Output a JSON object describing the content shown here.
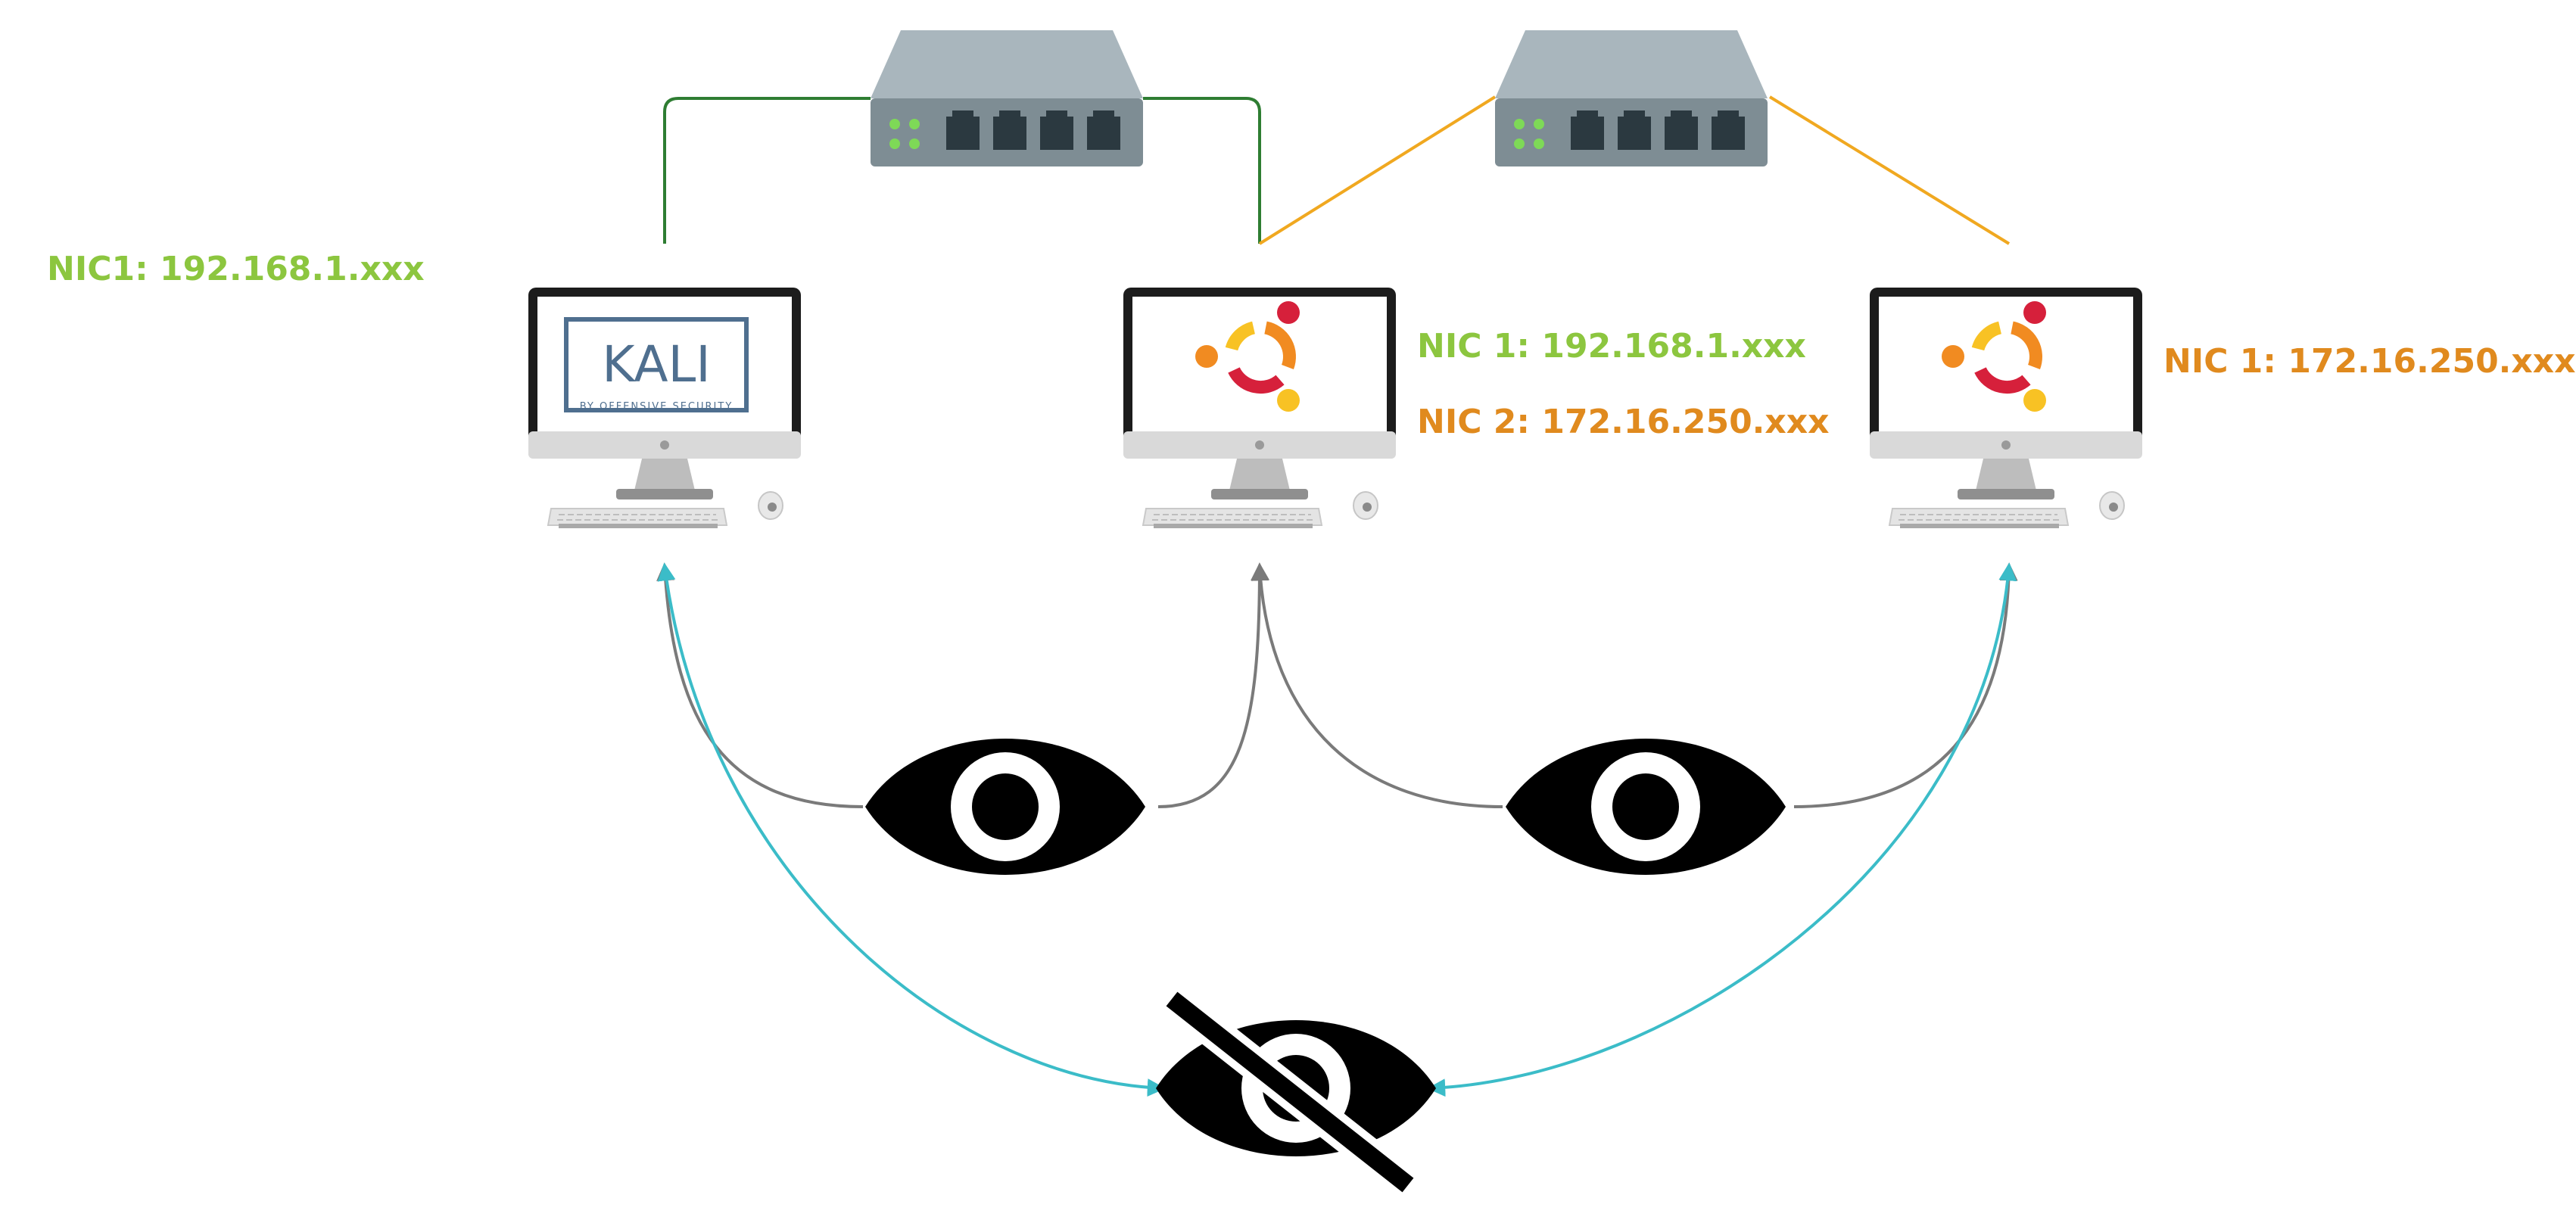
{
  "colors": {
    "green_text": "#8cc63f",
    "orange_text": "#e08a1e",
    "green_cable": "#2e7d32",
    "orange_cable": "#f0a820",
    "grey_arrow": "#7a7a7a",
    "teal_arrow": "#3bbcc8",
    "switch_body": "#a9b6bd",
    "switch_base": "#7e8d94",
    "port_led": "#7ed957",
    "kali_blue": "#4f6f8f",
    "ubuntu_orange": "#f18b21",
    "ubuntu_red": "#d6203b",
    "ubuntu_yellow": "#f8c224"
  },
  "machines": {
    "kali": {
      "logo_text": "KALI",
      "logo_subtext": "BY OFFENSIVE SECURITY",
      "nic1": "NIC1: 192.168.1.xxx"
    },
    "pivot": {
      "nic1": "NIC 1: 192.168.1.xxx",
      "nic2": "NIC 2: 172.16.250.xxx"
    },
    "target": {
      "nic1": "NIC 1: 172.16.250.xxx"
    }
  },
  "icons": {
    "switch": "network-switch-icon",
    "computer": "desktop-computer-icon",
    "visible": "eye-icon",
    "hidden": "eye-slash-icon",
    "os_kali": "kali-linux-logo",
    "os_ubuntu": "ubuntu-logo"
  }
}
